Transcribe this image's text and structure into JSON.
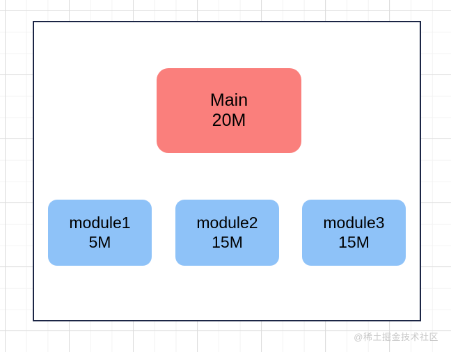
{
  "diagram": {
    "type": "memory-allocation-block-diagram",
    "frame": {
      "border_color": "#1b2545",
      "background_color": "#ffffff"
    },
    "background": {
      "style": "grid-paper",
      "grid_color": "#dcdcdc",
      "page_color": "#ffffff"
    },
    "nodes": [
      {
        "id": "main",
        "title": "Main",
        "value": "20M",
        "color": "#fa7f7c"
      },
      {
        "id": "module1",
        "title": "module1",
        "value": "5M",
        "color": "#8ec2f8"
      },
      {
        "id": "module2",
        "title": "module2",
        "value": "15M",
        "color": "#8ec2f8"
      },
      {
        "id": "module3",
        "title": "module3",
        "value": "15M",
        "color": "#8ec2f8"
      }
    ]
  },
  "watermark": {
    "text": "@稀土掘金技术社区"
  }
}
